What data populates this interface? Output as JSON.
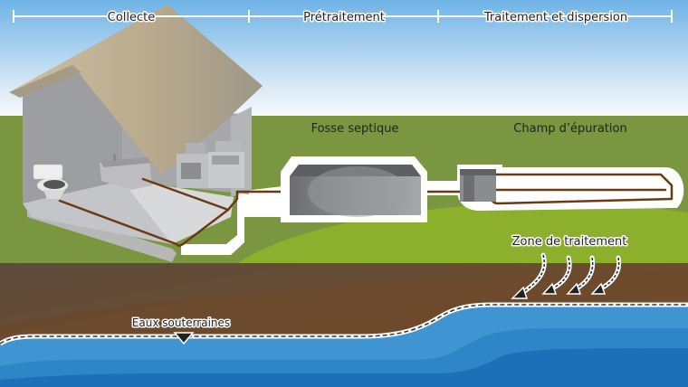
{
  "stages": [
    {
      "label": "Collecte"
    },
    {
      "label": "Prétraitement"
    },
    {
      "label": "Traitement et dispersion"
    }
  ],
  "components": {
    "septic_tank": "Fosse septique",
    "drain_field": "Champ d’épuration"
  },
  "annotations": {
    "treatment_zone": "Zone de traitement",
    "groundwater": "Eaux souterraines"
  },
  "colors": {
    "sky_top": "#6fb3e6",
    "sky_bottom": "#ffffff",
    "grass_dark": "#7a9640",
    "grass_light": "#8cb02b",
    "soil_dark": "#5e4a3a",
    "soil_light": "#7a4f28",
    "water_light": "#3f94d2",
    "water_dark": "#1d70b8",
    "pipe": "#6b3a14"
  }
}
